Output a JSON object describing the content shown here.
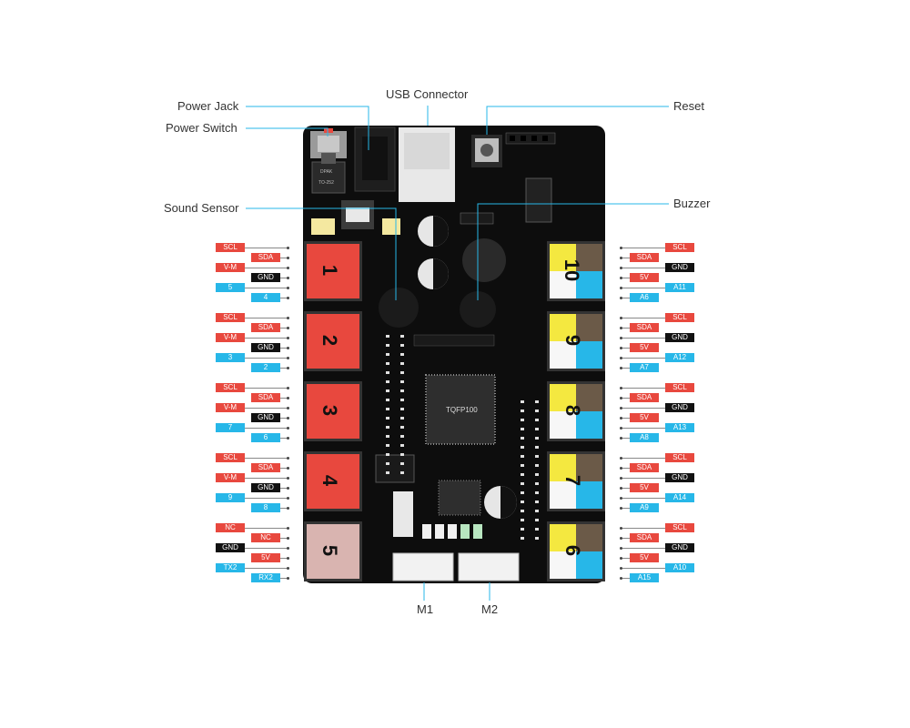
{
  "callouts": {
    "power_jack": "Power Jack",
    "power_switch": "Power Switch",
    "usb_connector": "USB Connector",
    "reset": "Reset",
    "sound_sensor": "Sound Sensor",
    "buzzer": "Buzzer",
    "m1": "M1",
    "m2": "M2"
  },
  "chip": {
    "label": "TQFP100"
  },
  "regulator": {
    "line1": "DPAK",
    "line2": "TO-252"
  },
  "colors": {
    "board": "#0d0d0d",
    "port_red": "#e8483e",
    "port_pink": "#d9b4b0",
    "port_yellow": "#f4e840",
    "port_brown": "#6b5a48",
    "port_blue": "#27b7e8",
    "pin_red": "#e8483e",
    "pin_dark": "#111111",
    "pin_blue": "#27b7e8"
  },
  "left_ports": [
    {
      "number": "1",
      "pins": [
        {
          "text": "SCL",
          "color": "red"
        },
        {
          "text": "SDA",
          "color": "red"
        },
        {
          "text": "V-M",
          "color": "red"
        },
        {
          "text": "GND",
          "color": "dark"
        },
        {
          "text": "5",
          "color": "blue"
        },
        {
          "text": "4",
          "color": "blue"
        }
      ]
    },
    {
      "number": "2",
      "pins": [
        {
          "text": "SCL",
          "color": "red"
        },
        {
          "text": "SDA",
          "color": "red"
        },
        {
          "text": "V-M",
          "color": "red"
        },
        {
          "text": "GND",
          "color": "dark"
        },
        {
          "text": "3",
          "color": "blue"
        },
        {
          "text": "2",
          "color": "blue"
        }
      ]
    },
    {
      "number": "3",
      "pins": [
        {
          "text": "SCL",
          "color": "red"
        },
        {
          "text": "SDA",
          "color": "red"
        },
        {
          "text": "V-M",
          "color": "red"
        },
        {
          "text": "GND",
          "color": "dark"
        },
        {
          "text": "7",
          "color": "blue"
        },
        {
          "text": "6",
          "color": "blue"
        }
      ]
    },
    {
      "number": "4",
      "pins": [
        {
          "text": "SCL",
          "color": "red"
        },
        {
          "text": "SDA",
          "color": "red"
        },
        {
          "text": "V-M",
          "color": "red"
        },
        {
          "text": "GND",
          "color": "dark"
        },
        {
          "text": "9",
          "color": "blue"
        },
        {
          "text": "8",
          "color": "blue"
        }
      ]
    },
    {
      "number": "5",
      "pins": [
        {
          "text": "NC",
          "color": "red"
        },
        {
          "text": "NC",
          "color": "red"
        },
        {
          "text": "GND",
          "color": "dark"
        },
        {
          "text": "5V",
          "color": "red"
        },
        {
          "text": "TX2",
          "color": "blue"
        },
        {
          "text": "RX2",
          "color": "blue"
        }
      ]
    }
  ],
  "right_ports": [
    {
      "number": "10",
      "pins": [
        {
          "text": "SCL",
          "color": "red"
        },
        {
          "text": "SDA",
          "color": "red"
        },
        {
          "text": "GND",
          "color": "dark"
        },
        {
          "text": "5V",
          "color": "red"
        },
        {
          "text": "A11",
          "color": "blue"
        },
        {
          "text": "A6",
          "color": "blue"
        }
      ]
    },
    {
      "number": "9",
      "pins": [
        {
          "text": "SCL",
          "color": "red"
        },
        {
          "text": "SDA",
          "color": "red"
        },
        {
          "text": "GND",
          "color": "dark"
        },
        {
          "text": "5V",
          "color": "red"
        },
        {
          "text": "A12",
          "color": "blue"
        },
        {
          "text": "A7",
          "color": "blue"
        }
      ]
    },
    {
      "number": "8",
      "pins": [
        {
          "text": "SCL",
          "color": "red"
        },
        {
          "text": "SDA",
          "color": "red"
        },
        {
          "text": "GND",
          "color": "dark"
        },
        {
          "text": "5V",
          "color": "red"
        },
        {
          "text": "A13",
          "color": "blue"
        },
        {
          "text": "A8",
          "color": "blue"
        }
      ]
    },
    {
      "number": "7",
      "pins": [
        {
          "text": "SCL",
          "color": "red"
        },
        {
          "text": "SDA",
          "color": "red"
        },
        {
          "text": "GND",
          "color": "dark"
        },
        {
          "text": "5V",
          "color": "red"
        },
        {
          "text": "A14",
          "color": "blue"
        },
        {
          "text": "A9",
          "color": "blue"
        }
      ]
    },
    {
      "number": "6",
      "pins": [
        {
          "text": "SCL",
          "color": "red"
        },
        {
          "text": "SDA",
          "color": "red"
        },
        {
          "text": "GND",
          "color": "dark"
        },
        {
          "text": "5V",
          "color": "red"
        },
        {
          "text": "A10",
          "color": "blue"
        },
        {
          "text": "A15",
          "color": "blue"
        }
      ]
    }
  ]
}
